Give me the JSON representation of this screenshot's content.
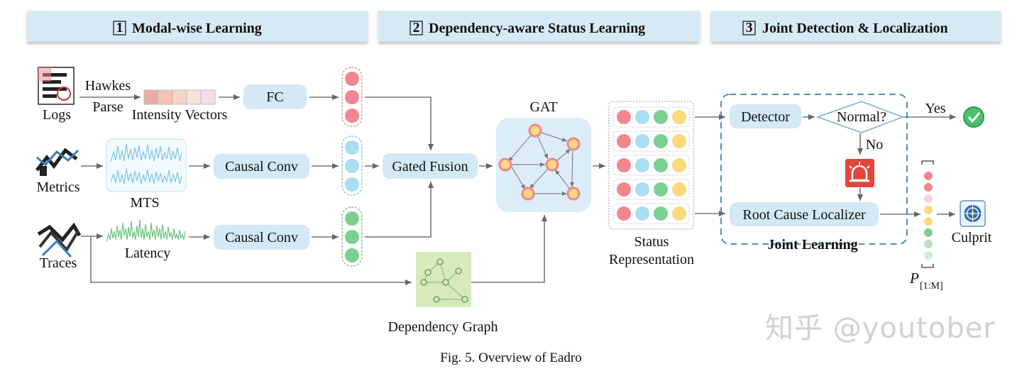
{
  "headers": [
    {
      "num": "1",
      "label": "Modal-wise Learning"
    },
    {
      "num": "2",
      "label": "Dependency-aware Status Learning"
    },
    {
      "num": "3",
      "label": "Joint Detection & Localization"
    }
  ],
  "inputs": {
    "logs": "Logs",
    "metrics": "Metrics",
    "traces": "Traces"
  },
  "labels": {
    "hawkes": "Hawkes",
    "parse": "Parse",
    "intensity_vectors": "Intensity Vectors",
    "mts": "MTS",
    "latency": "Latency",
    "gat": "GAT",
    "status_representation_1": "Status",
    "status_representation_2": "Representation",
    "dependency_graph": "Dependency Graph",
    "joint_learning": "Joint Learning",
    "yes": "Yes",
    "no": "No",
    "culprit": "Culprit",
    "p_symbol": "P",
    "p_subscript": "[1:M]"
  },
  "boxes": {
    "fc": "FC",
    "causal_conv_metrics": "Causal Conv",
    "causal_conv_traces": "Causal Conv",
    "gated_fusion": "Gated Fusion",
    "detector": "Detector",
    "normal": "Normal?",
    "root_cause_localizer": "Root Cause Localizer"
  },
  "caption": "Fig. 5.   Overview of Eadro",
  "watermark": "知乎 @youtober",
  "colors": {
    "header_bg": "#d6e9f5",
    "box_bg": "#d4e8f6",
    "red_dot": "#f2868f",
    "blue_dot": "#a9ddf2",
    "green_dot": "#7ccf8f",
    "yellow_dot": "#fbd97f",
    "dashed_border": "#3a7fb8",
    "check_green": "#4bbf6b"
  }
}
